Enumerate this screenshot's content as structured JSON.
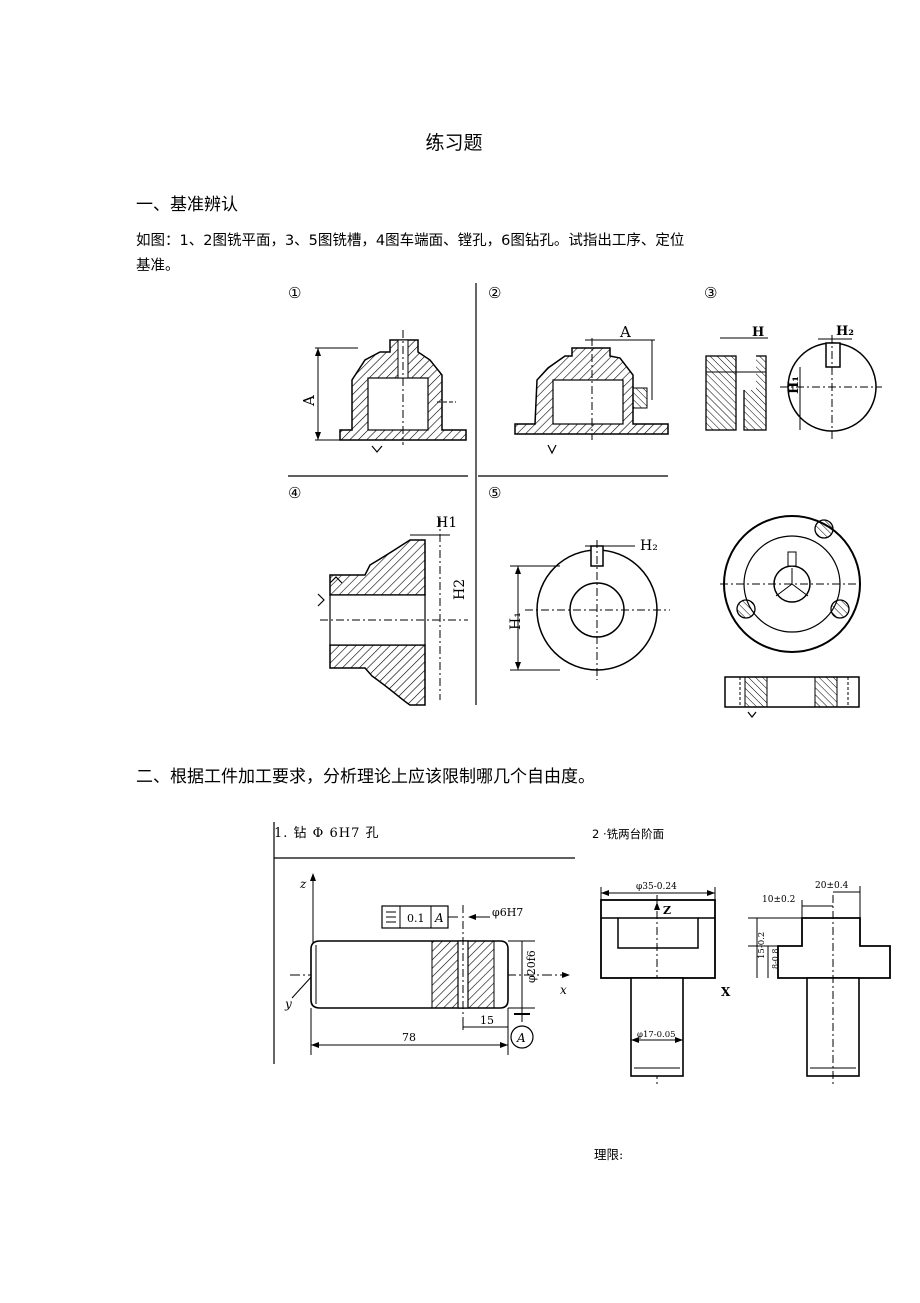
{
  "title": "练习题",
  "section1": {
    "heading": "一、基准辨认",
    "text": "如图：1、2图铣平面，3、5图铣槽，4图车端面、镗孔，6图钻孔。试指出工序、定位基准。",
    "figures": {
      "fig1": {
        "num": "①",
        "dim_A": "A"
      },
      "fig2": {
        "num": "②",
        "dim_A": "A"
      },
      "fig3": {
        "num": "③",
        "dim_H": "H",
        "dim_H1": "H₁",
        "dim_H2": "H₂"
      },
      "fig4": {
        "num": "④",
        "dim_H1": "H1",
        "dim_H2": "H2"
      },
      "fig5": {
        "num": "⑤",
        "dim_H1": "H₁",
        "dim_H2": "H₂"
      }
    }
  },
  "section2": {
    "heading": "二、根据工件加工要求，分析理论上应该限制哪几个自由度。",
    "problem1": {
      "caption": "1. 钻   Φ 6H7 孔",
      "axis_z": "z",
      "axis_y": "y",
      "axis_x": "x",
      "tolerance_value": "0.1",
      "datum": "A",
      "hole_label": "φ6H7",
      "shaft_dia": "φ20f6",
      "dim_78": "78",
      "dim_15": "15",
      "datum_marker": "A"
    },
    "problem2": {
      "caption": "2 ·铣两台阶面",
      "dia_top": "φ35-0.24",
      "dia_bottom": "φ17-0.05",
      "dim_20": "20±0.4",
      "dim_10": "10±0.2",
      "dim_15": "15-0.2",
      "dim_8": "8-0.8",
      "axis_z": "Z",
      "axis_x": "X"
    },
    "bottom_note": "理限:"
  }
}
